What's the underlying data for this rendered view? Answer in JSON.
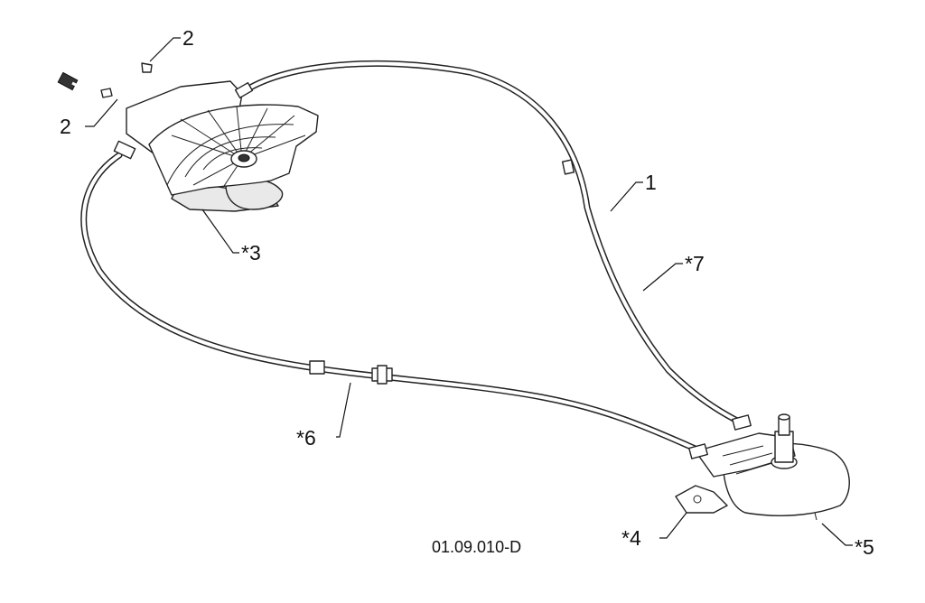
{
  "callouts": [
    {
      "id": "c-1",
      "text": "1"
    },
    {
      "id": "c-2a",
      "text": "2"
    },
    {
      "id": "c-2b",
      "text": "2"
    },
    {
      "id": "c-3",
      "text": "*3"
    },
    {
      "id": "c-4",
      "text": "*4"
    },
    {
      "id": "c-5",
      "text": "*5"
    },
    {
      "id": "c-6",
      "text": "*6"
    },
    {
      "id": "c-7",
      "text": "*7"
    }
  ],
  "drawing_code": "01.09.010-D"
}
